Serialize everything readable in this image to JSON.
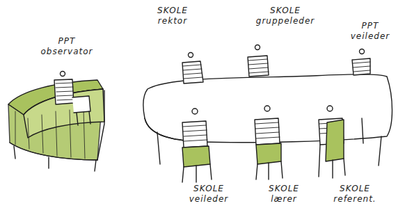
{
  "diagram": {
    "labels": [
      "SKOLE rektor",
      "SKOLE gruppeleder",
      "PPT veileder",
      "PPT observator",
      "SKOLE veileder",
      "SKOLE lærer",
      "SKOLE referent."
    ]
  }
}
